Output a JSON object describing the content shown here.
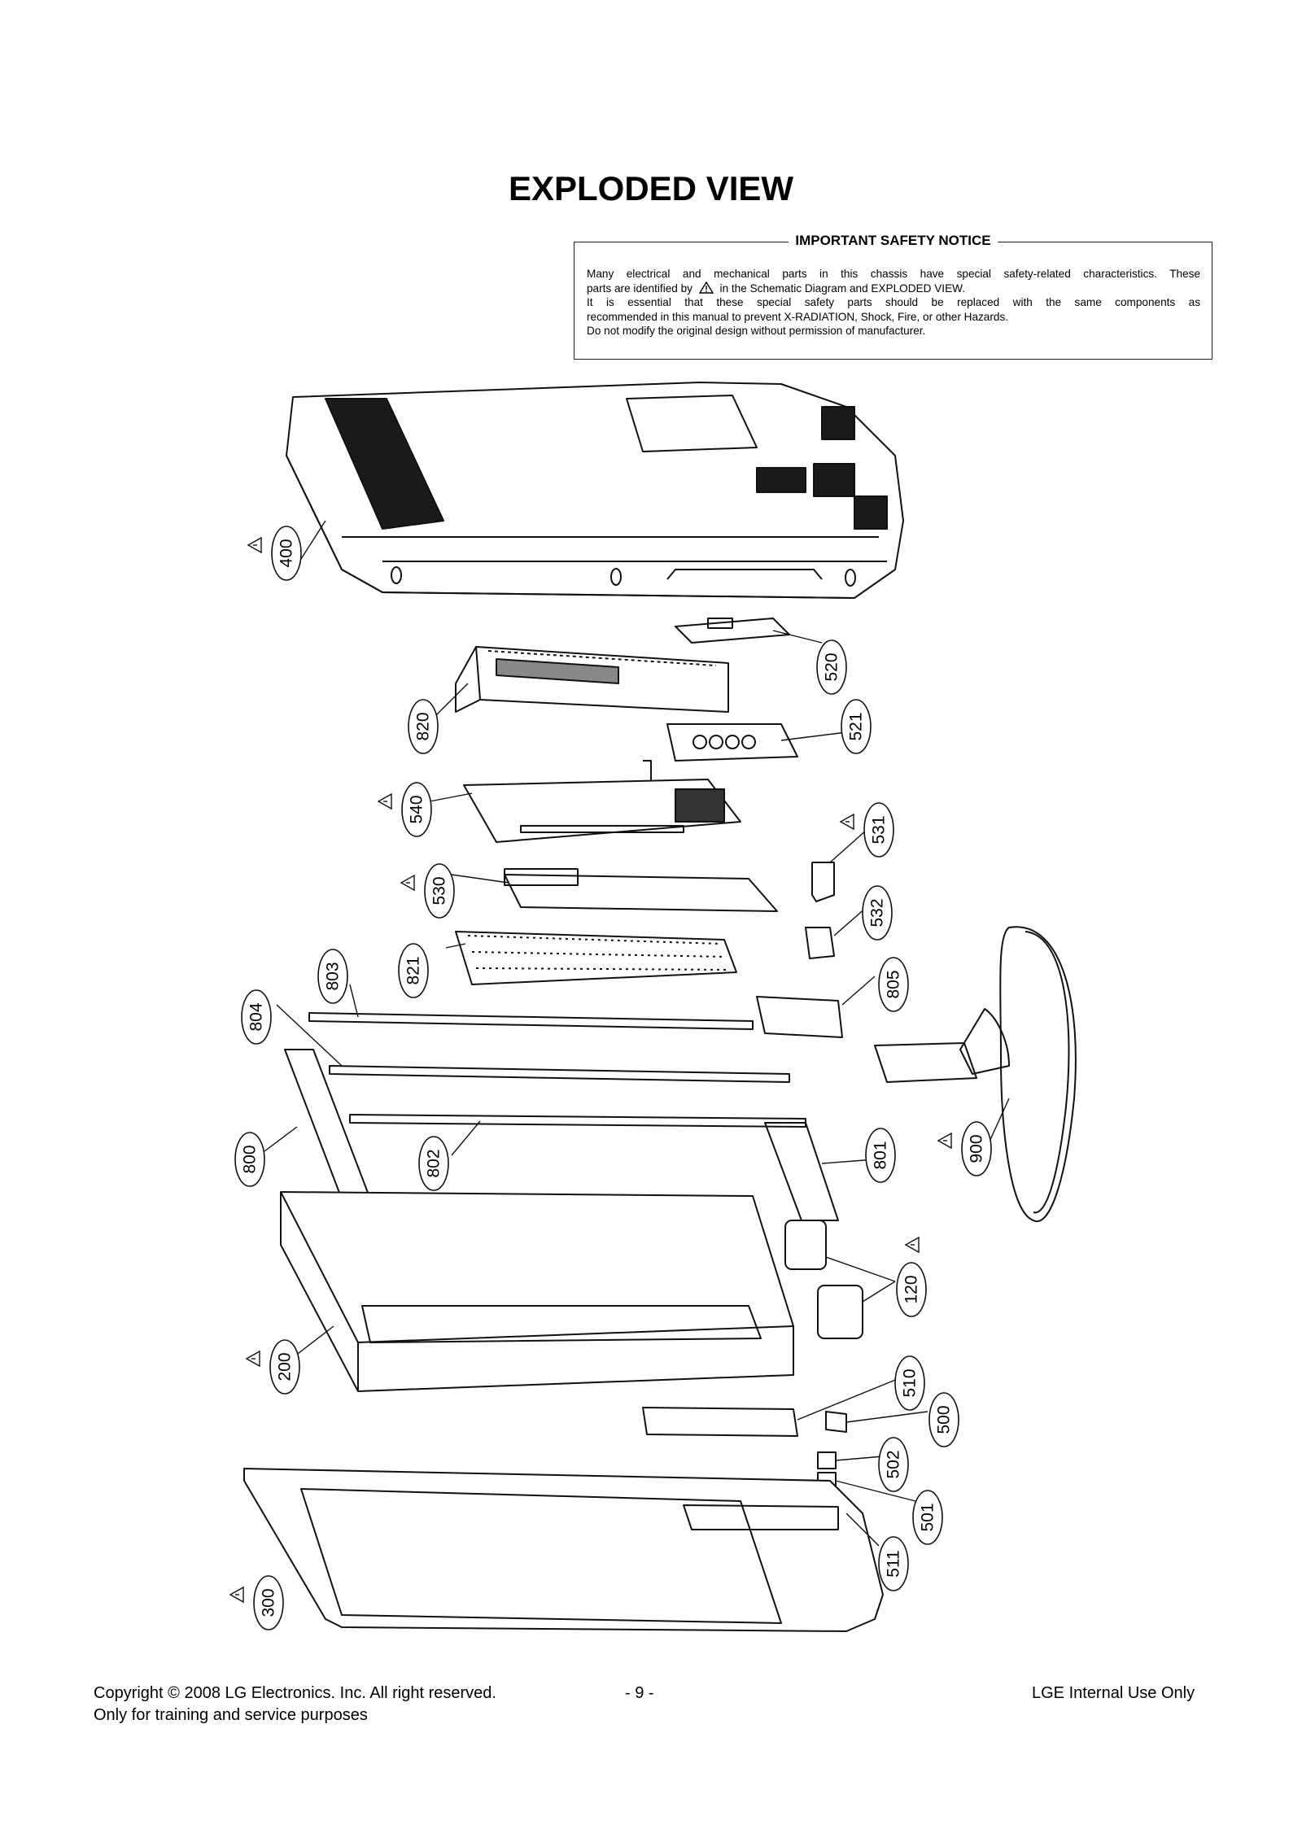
{
  "page": {
    "title": "EXPLODED VIEW",
    "page_number": "- 9 -"
  },
  "notice": {
    "heading": "IMPORTANT SAFETY NOTICE",
    "line1": "Many electrical and mechanical parts in this chassis have special safety-related characteristics. These",
    "line2_before": "parts are identified by",
    "line2_after": "in the Schematic Diagram and EXPLODED VIEW.",
    "line3": "It is essential that these special safety parts should be replaced with the same components as",
    "line4": "recommended in this manual to prevent X-RADIATION, Shock, Fire, or other Hazards.",
    "line5": "Do not modify the original design without permission of manufacturer."
  },
  "parts": [
    {
      "id": "400",
      "label": "400",
      "safety": true
    },
    {
      "id": "520",
      "label": "520",
      "safety": false
    },
    {
      "id": "820",
      "label": "820",
      "safety": false
    },
    {
      "id": "521",
      "label": "521",
      "safety": false
    },
    {
      "id": "540",
      "label": "540",
      "safety": true
    },
    {
      "id": "531",
      "label": "531",
      "safety": true
    },
    {
      "id": "530",
      "label": "530",
      "safety": true
    },
    {
      "id": "532",
      "label": "532",
      "safety": false
    },
    {
      "id": "821",
      "label": "821",
      "safety": false
    },
    {
      "id": "803",
      "label": "803",
      "safety": false
    },
    {
      "id": "805",
      "label": "805",
      "safety": false
    },
    {
      "id": "804",
      "label": "804",
      "safety": false
    },
    {
      "id": "800",
      "label": "800",
      "safety": false
    },
    {
      "id": "802",
      "label": "802",
      "safety": false
    },
    {
      "id": "801",
      "label": "801",
      "safety": false
    },
    {
      "id": "900",
      "label": "900",
      "safety": true
    },
    {
      "id": "120",
      "label": "120",
      "safety": true
    },
    {
      "id": "200",
      "label": "200",
      "safety": true
    },
    {
      "id": "510",
      "label": "510",
      "safety": false
    },
    {
      "id": "500",
      "label": "500",
      "safety": false
    },
    {
      "id": "502",
      "label": "502",
      "safety": false
    },
    {
      "id": "501",
      "label": "501",
      "safety": false
    },
    {
      "id": "511",
      "label": "511",
      "safety": false
    },
    {
      "id": "300",
      "label": "300",
      "safety": true
    }
  ],
  "footer": {
    "copyright": "Copyright © 2008 LG Electronics. Inc. All right reserved.",
    "training": "Only for training and service purposes",
    "internal": "LGE Internal Use Only"
  }
}
